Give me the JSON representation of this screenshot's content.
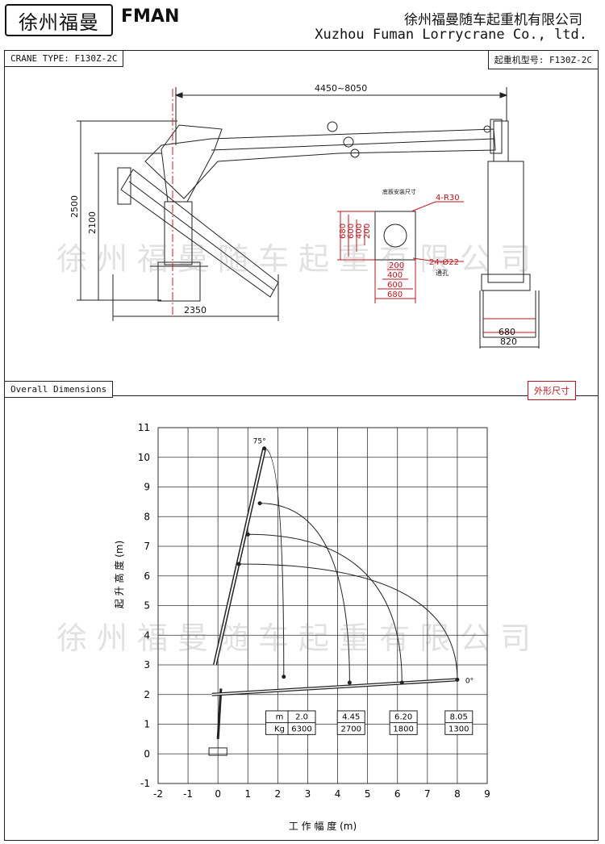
{
  "header": {
    "logo_text": "徐州福曼",
    "brand": "FMAN",
    "company_cn": "徐州福曼随车起重机有限公司",
    "company_en": "Xuzhou Fuman Lorrycrane Co., ltd."
  },
  "drawing": {
    "crane_type_en": "CRANE TYPE: F130Z-2C",
    "crane_type_cn": "起重机型号: F130Z-2C",
    "overall_dims_en": "Overall Dimensions",
    "overall_dims_cn": "外形尺寸",
    "dims": {
      "reach": "4450~8050",
      "height_total": "2500",
      "height_lower": "2100",
      "base_width": "2350",
      "side_680": "680",
      "side_820": "820"
    },
    "base_plate": {
      "title": "底板安装尺寸",
      "radius_note": "4-R30",
      "holes_note": "24-Ø22",
      "through": "通孔",
      "v_labels": [
        "680",
        "600",
        "400",
        "200"
      ],
      "h_labels": [
        "200",
        "400",
        "600",
        "680"
      ]
    }
  },
  "watermark": "徐州福曼随车起重有限公司",
  "chart_data": {
    "type": "line",
    "title": "",
    "xlabel": "工 作 幅 度 (m)",
    "ylabel": "起 升 高 度 (m)",
    "xlim": [
      -2,
      9
    ],
    "ylim": [
      -1,
      11
    ],
    "xticks": [
      "-2",
      "-1",
      "0",
      "1",
      "2",
      "3",
      "4",
      "5",
      "6",
      "7",
      "8",
      "9"
    ],
    "yticks": [
      "-1",
      "0",
      "1",
      "2",
      "3",
      "4",
      "5",
      "6",
      "7",
      "8",
      "9",
      "10",
      "11"
    ],
    "angle_labels": [
      "75°",
      "0°"
    ],
    "boom_tips_raised": [
      {
        "x": 1.55,
        "y": 10.3
      },
      {
        "x": 1.4,
        "y": 8.45
      },
      {
        "x": 1.0,
        "y": 7.4
      },
      {
        "x": 0.7,
        "y": 6.4
      }
    ],
    "boom_tips_level": [
      {
        "x": 2.2,
        "y": 2.6
      },
      {
        "x": 4.4,
        "y": 2.4
      },
      {
        "x": 6.15,
        "y": 2.4
      },
      {
        "x": 8.0,
        "y": 2.5
      }
    ],
    "load_table": {
      "headers": [
        "m",
        "Kg"
      ],
      "columns": [
        {
          "m": "2.0",
          "kg": "6300"
        },
        {
          "m": "4.45",
          "kg": "2700"
        },
        {
          "m": "6.20",
          "kg": "1800"
        },
        {
          "m": "8.05",
          "kg": "1300"
        }
      ]
    }
  }
}
